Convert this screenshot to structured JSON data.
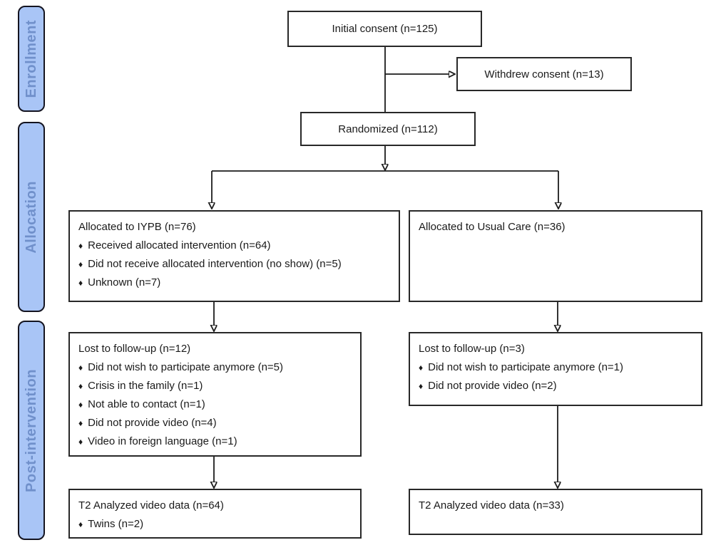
{
  "diagram_title": "CONSORT participant flow diagram",
  "bullet_glyph": "♦",
  "colors": {
    "stage_fill": "#a9c5f6",
    "stage_border": "#141420",
    "stage_text": "#7090cb",
    "box_border": "#282828",
    "box_text": "#1a1a1a",
    "connector": "#1c1c1c",
    "background": "#ffffff"
  },
  "sidebar": {
    "stages": [
      {
        "label": "Enrollment"
      },
      {
        "label": "Allocation"
      },
      {
        "label": "Post-intervention"
      }
    ]
  },
  "boxes": {
    "initial_consent": {
      "title": "Initial consent (n=125)"
    },
    "withdrew_consent": {
      "title": "Withdrew consent (n=13)"
    },
    "randomized": {
      "title": "Randomized (n=112)"
    },
    "allocated_iypb": {
      "title": "Allocated to IYPB (n=76)",
      "items": [
        "Received allocated intervention (n=64)",
        "Did not receive allocated intervention (no show) (n=5)",
        "Unknown (n=7)"
      ]
    },
    "allocated_usual_care": {
      "title": "Allocated to Usual Care (n=36)",
      "items": []
    },
    "lost_iypb": {
      "title": "Lost to follow-up (n=12)",
      "items": [
        "Did not wish to participate anymore (n=5)",
        "Crisis in the family (n=1)",
        "Not able to contact (n=1)",
        "Did not provide video (n=4)",
        "Video in foreign language (n=1)"
      ]
    },
    "lost_usual_care": {
      "title": "Lost to follow-up (n=3)",
      "items": [
        "Did not wish to participate anymore (n=1)",
        "Did not provide video (n=2)"
      ]
    },
    "analyzed_iypb": {
      "title": "T2 Analyzed video data (n=64)",
      "items": [
        "Twins (n=2)"
      ]
    },
    "analyzed_usual_care": {
      "title": "T2 Analyzed video data (n=33)",
      "items": []
    }
  }
}
